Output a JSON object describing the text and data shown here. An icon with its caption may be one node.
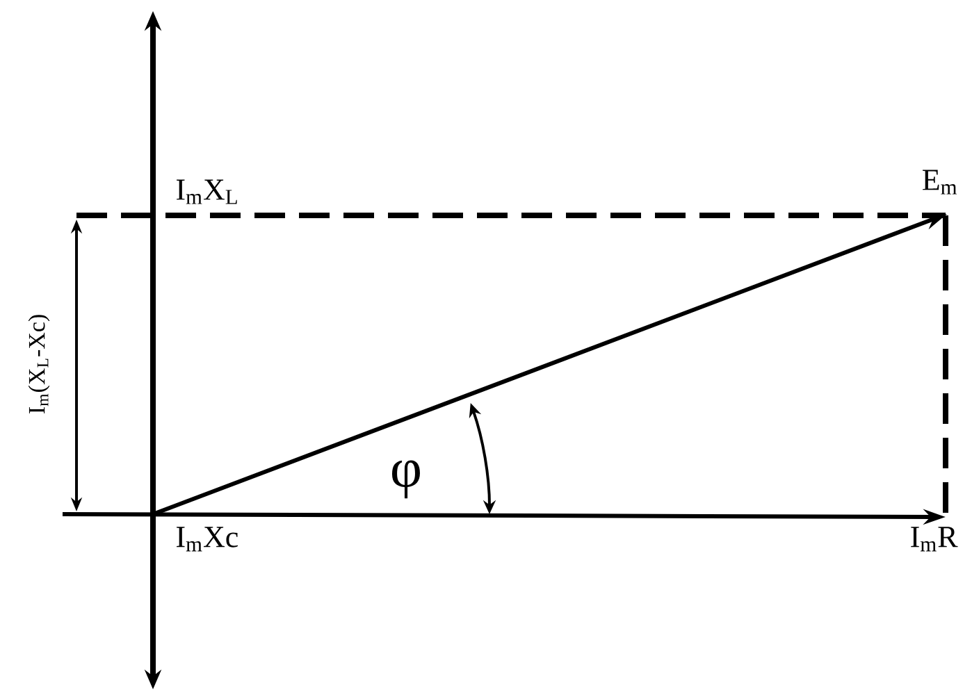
{
  "diagram": {
    "nodes": [
      {
        "text": [
          "E$_{m}$"
        ]
      },
      {
        "text": [
          "I$_{m}$R"
        ]
      }
    ],
    "edges": [
      {
        "from": null,
        "to": 0,
        "arrow": "to"
      },
      {
        "from": null,
        "to": 1,
        "arrow": "to"
      }
    ],
    "labels": [
      "I$_{m}$X$_{L}$",
      "I$_{m}$(X$_{L}$-Xc)",
      "φ",
      "I$_{m}$Xc"
    ]
  }
}
